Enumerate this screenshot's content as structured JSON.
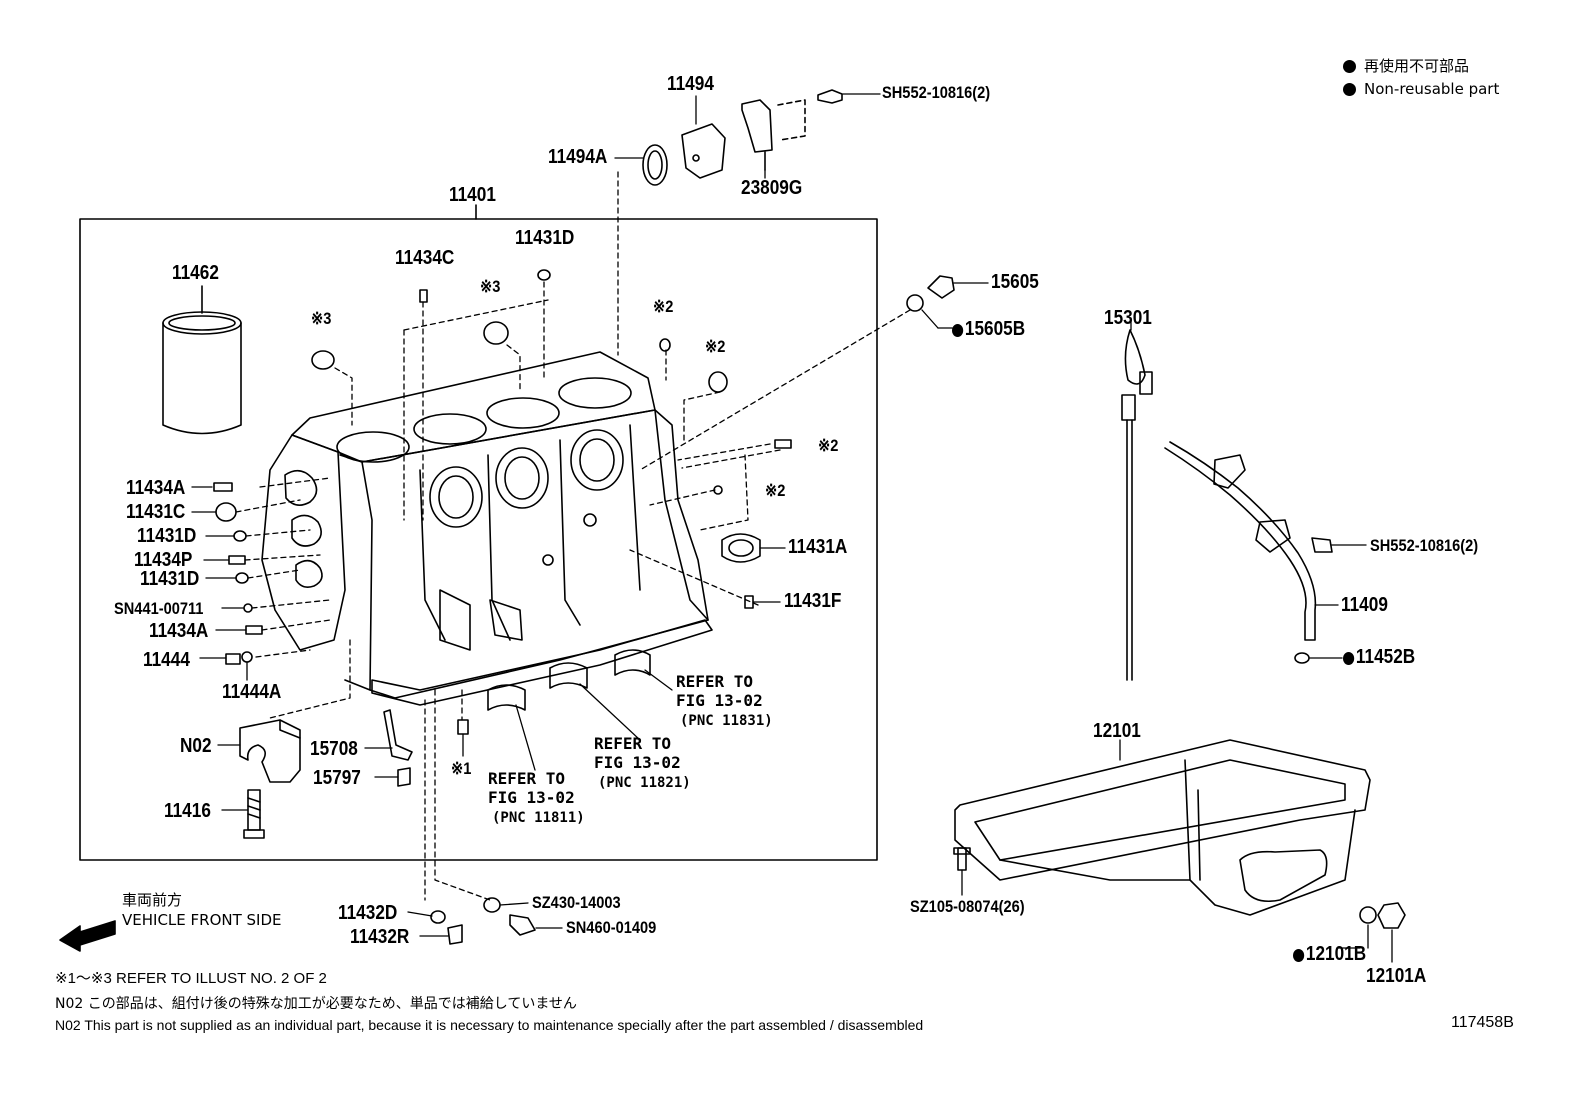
{
  "legend": {
    "jp": "再使用不可部品",
    "en": "Non-reusable part"
  },
  "labels": {
    "p11494": "11494",
    "p11494A": "11494A",
    "pSH552_top": "SH552-10816(2)",
    "p23809G": "23809G",
    "p11401": "11401",
    "p11431D_top": "11431D",
    "p11434C": "11434C",
    "p11462": "11462",
    "p15605": "15605",
    "p15605B": "15605B",
    "p15301": "15301",
    "p11434A_1": "11434A",
    "p11431C": "11431C",
    "p11431D_2": "11431D",
    "p11434P": "11434P",
    "p11431D_3": "11431D",
    "pSN441": "SN441-00711",
    "p11434A_2": "11434A",
    "p11444": "11444",
    "p11444A": "11444A",
    "pN02": "N02",
    "p15708": "15708",
    "p15797": "15797",
    "p11416": "11416",
    "p11431A": "11431A",
    "p11431F": "11431F",
    "pSH552_right": "SH552-10816(2)",
    "p11409": "11409",
    "p11452B": "11452B",
    "p12101": "12101",
    "pSZ105": "SZ105-08074(26)",
    "p12101B": "12101B",
    "p12101A": "12101A",
    "p11432D": "11432D",
    "p11432R": "11432R",
    "pSZ430": "SZ430-14003",
    "pSN460": "SN460-01409"
  },
  "markers": {
    "m3a": "※3",
    "m3b": "※3",
    "m2a": "※2",
    "m2b": "※2",
    "m2c": "※2",
    "m2d": "※2",
    "m1": "※1"
  },
  "refers": {
    "r1_a": "REFER TO",
    "r1_b": "FIG 13-02",
    "r1_c": "(PNC 11831)",
    "r2_a": "REFER TO",
    "r2_b": "FIG 13-02",
    "r2_c": "(PNC 11821)",
    "r3_a": "REFER TO",
    "r3_b": "FIG 13-02",
    "r3_c": "(PNC 11811)"
  },
  "front": {
    "jp": "車両前方",
    "en": "VEHICLE FRONT SIDE"
  },
  "notes": {
    "n1": "※1～※3  REFER TO ILLUST NO. 2 OF 2",
    "n2": "N02  この部品は、組付け後の特殊な加工が必要なため、単品では補給していません",
    "n3": "N02  This part is not supplied as an individual part, because it is necessary to maintenance specially after the part assembled / disassembled"
  },
  "figure_number": "117458B"
}
